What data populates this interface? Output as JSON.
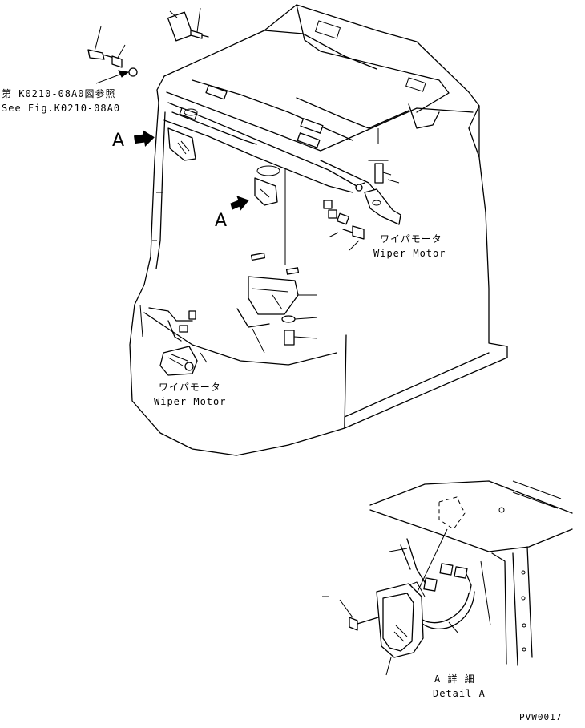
{
  "labels": {
    "see_fig_ja": "第 K0210-08A0図参照",
    "see_fig_en": "See Fig.K0210-08A0",
    "view_a_top": "A",
    "view_a_mid": "A",
    "wiper_motor_ja_1": "ワイパモータ",
    "wiper_motor_en_1": "Wiper Motor",
    "wiper_motor_ja_2": "ワイパモータ",
    "wiper_motor_en_2": "Wiper Motor",
    "detail_ja": "A 詳 細",
    "detail_en": "Detail A",
    "drawing_code": "PVW0017"
  }
}
